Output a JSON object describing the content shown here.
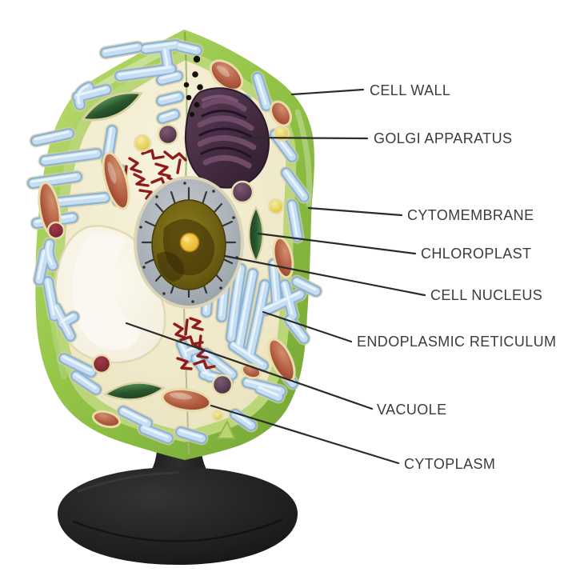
{
  "labels": [
    {
      "id": "cell-wall",
      "text": "CELL WALL"
    },
    {
      "id": "golgi-apparatus",
      "text": "GOLGI APPARATUS"
    },
    {
      "id": "cytomembrane",
      "text": "CYTOMEMBRANE"
    },
    {
      "id": "chloroplast",
      "text": "CHLOROPLAST"
    },
    {
      "id": "cell-nucleus",
      "text": "CELL NUCLEUS"
    },
    {
      "id": "endoplasmic-reticulum",
      "text": "ENDOPLASMIC RETICULUM"
    },
    {
      "id": "vacuole",
      "text": "VACUOLE"
    },
    {
      "id": "cytoplasm",
      "text": "CYTOPLASM"
    }
  ],
  "colors": {
    "background": "#ffffff",
    "label_text": "#3b3b3b",
    "leader_line": "#2b2b2b",
    "cell_wall_green": "#94c548",
    "membrane_light_green": "#b9d678",
    "cytoplasm_cream": "#efe8c8",
    "er_tube_blue": "#c5def1",
    "chloroplast_dark_green": "#2a5630",
    "mitochondria_terracotta": "#b05a40",
    "golgi_dark_purple": "#4a3046",
    "nucleus_envelope_gray": "#a2aab1",
    "nucleoplasm_olive": "#6e6112",
    "nucleolus_yellow": "#f2c028",
    "vacuole_white": "#faf8f0",
    "chromatin_red": "#8e1c1c",
    "stand_black": "#1d1d1d"
  }
}
